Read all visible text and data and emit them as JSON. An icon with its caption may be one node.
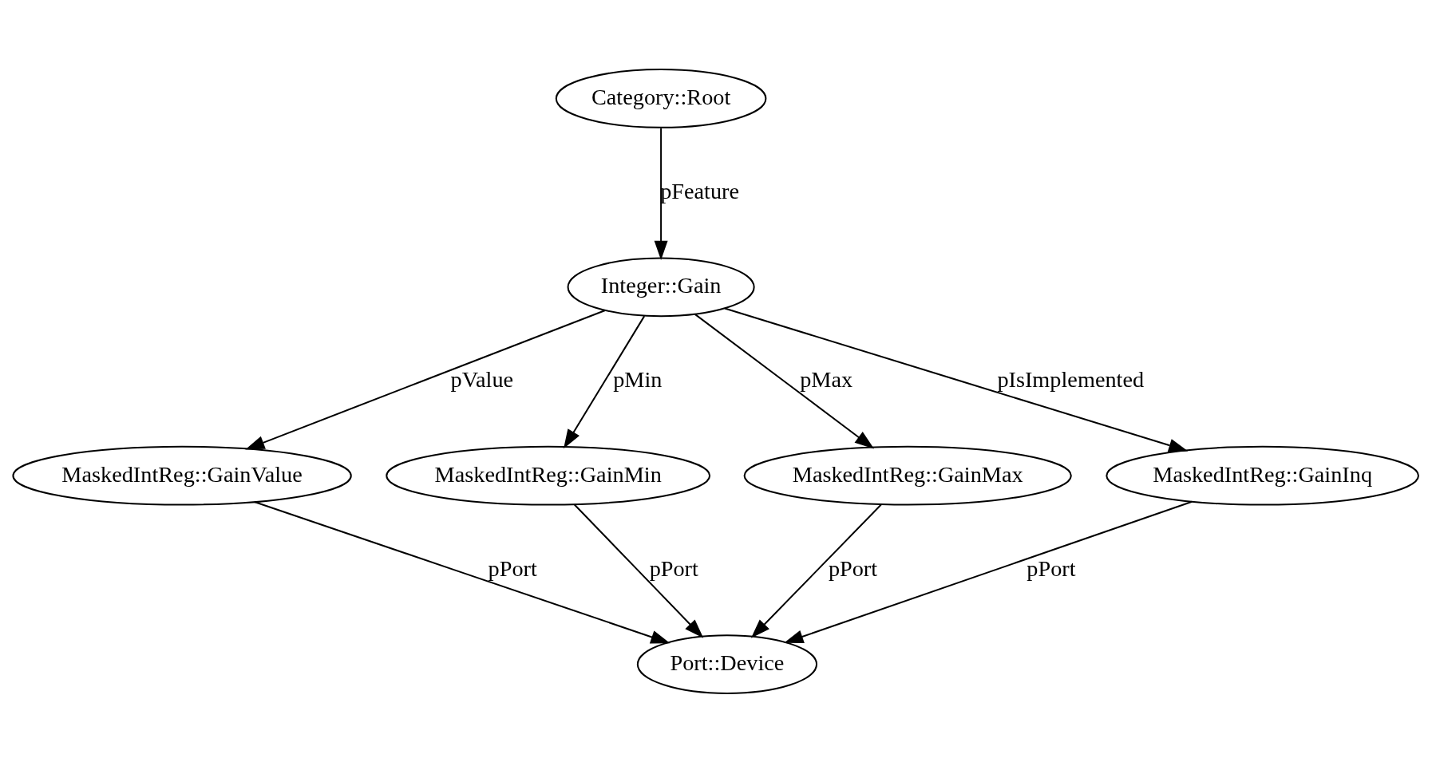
{
  "diagram": {
    "nodes": [
      {
        "text": [
          "Category::Root"
        ]
      },
      {
        "text": [
          "Integer::Gain"
        ]
      },
      {
        "text": [
          "MaskedIntReg::GainValue"
        ]
      },
      {
        "text": [
          "MaskedIntReg::GainMin"
        ]
      },
      {
        "text": [
          "MaskedIntReg::GainMax"
        ]
      },
      {
        "text": [
          "MaskedIntReg::GainInq"
        ]
      },
      {
        "text": [
          "Port::Device"
        ]
      }
    ],
    "edges": [
      {
        "from": 0,
        "to": 1,
        "arrow": "to",
        "label": "pFeature"
      },
      {
        "from": 1,
        "to": 2,
        "arrow": "to",
        "label": "pValue"
      },
      {
        "from": 1,
        "to": 3,
        "arrow": "to",
        "label": "pMin"
      },
      {
        "from": 1,
        "to": 4,
        "arrow": "to",
        "label": "pMax"
      },
      {
        "from": 1,
        "to": 5,
        "arrow": "to",
        "label": "pIsImplemented"
      },
      {
        "from": 2,
        "to": 6,
        "arrow": "to",
        "label": "pPort"
      },
      {
        "from": 3,
        "to": 6,
        "arrow": "to",
        "label": "pPort"
      },
      {
        "from": 4,
        "to": 6,
        "arrow": "to",
        "label": "pPort"
      },
      {
        "from": 5,
        "to": 6,
        "arrow": "to",
        "label": "pPort"
      }
    ]
  }
}
